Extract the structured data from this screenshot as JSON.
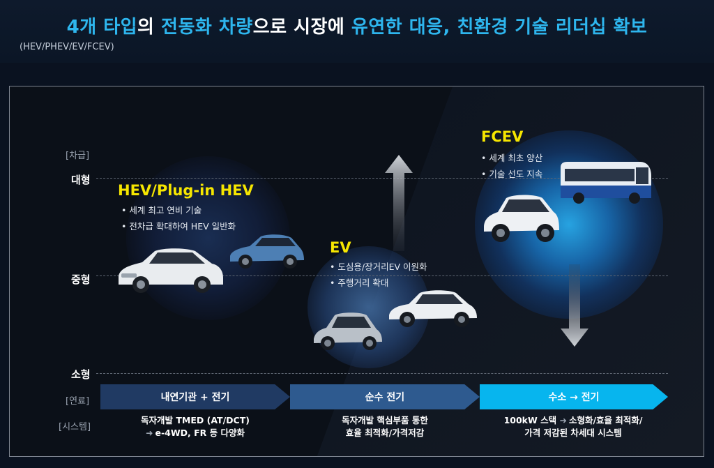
{
  "header": {
    "title_parts": [
      {
        "text": "4개 타입",
        "accent": true
      },
      {
        "text": "의 ",
        "accent": false
      },
      {
        "text": "전동화 차량",
        "accent": true
      },
      {
        "text": "으로 시장에 ",
        "accent": false
      },
      {
        "text": "유연한 대응, 친환경 기술 리더십 확보",
        "accent": true
      }
    ],
    "subtitle": "(HEV/PHEV/EV/FCEV)"
  },
  "axis": {
    "top_label": "[차급]",
    "large": "대형",
    "mid": "중형",
    "small": "소형",
    "fuel_label": "[연료]",
    "system_label": "[시스템]"
  },
  "groups": {
    "hev": {
      "title": "HEV/Plug-in HEV",
      "bullets": [
        "세계 최고 연비 기술",
        "전차급 확대하여 HEV 일반화"
      ]
    },
    "ev": {
      "title": "EV",
      "bullets": [
        "도심용/장거리EV 이원화",
        "주행거리 확대"
      ]
    },
    "fcev": {
      "title": "FCEV",
      "bullets": [
        "세계 최초 양산",
        "기술 선도 지속"
      ]
    }
  },
  "fuel": {
    "stage1": "내연기관 + 전기",
    "stage2": "순수 전기",
    "stage3": "수소 → 전기"
  },
  "systems": {
    "stage1_line1": "독자개발 TMED (AT/DCT)",
    "stage1_line2": "e-4WD, FR 등 다양화",
    "stage2_line1": "독자개발 핵심부품 통한",
    "stage2_line2": "효율 최적화/가격저감",
    "stage3_line1_a": "100kW 스택",
    "stage3_line1_b": "소형화/효율 최적화/",
    "stage3_line2": "가격 저감된 차세대 시스템"
  },
  "colors": {
    "accent_blue": "#2eb6ee",
    "group_title_yellow": "#f6e600",
    "chevron_1": "#203a63",
    "chevron_2": "#2e5a8f",
    "chevron_3": "#07b5ee"
  }
}
